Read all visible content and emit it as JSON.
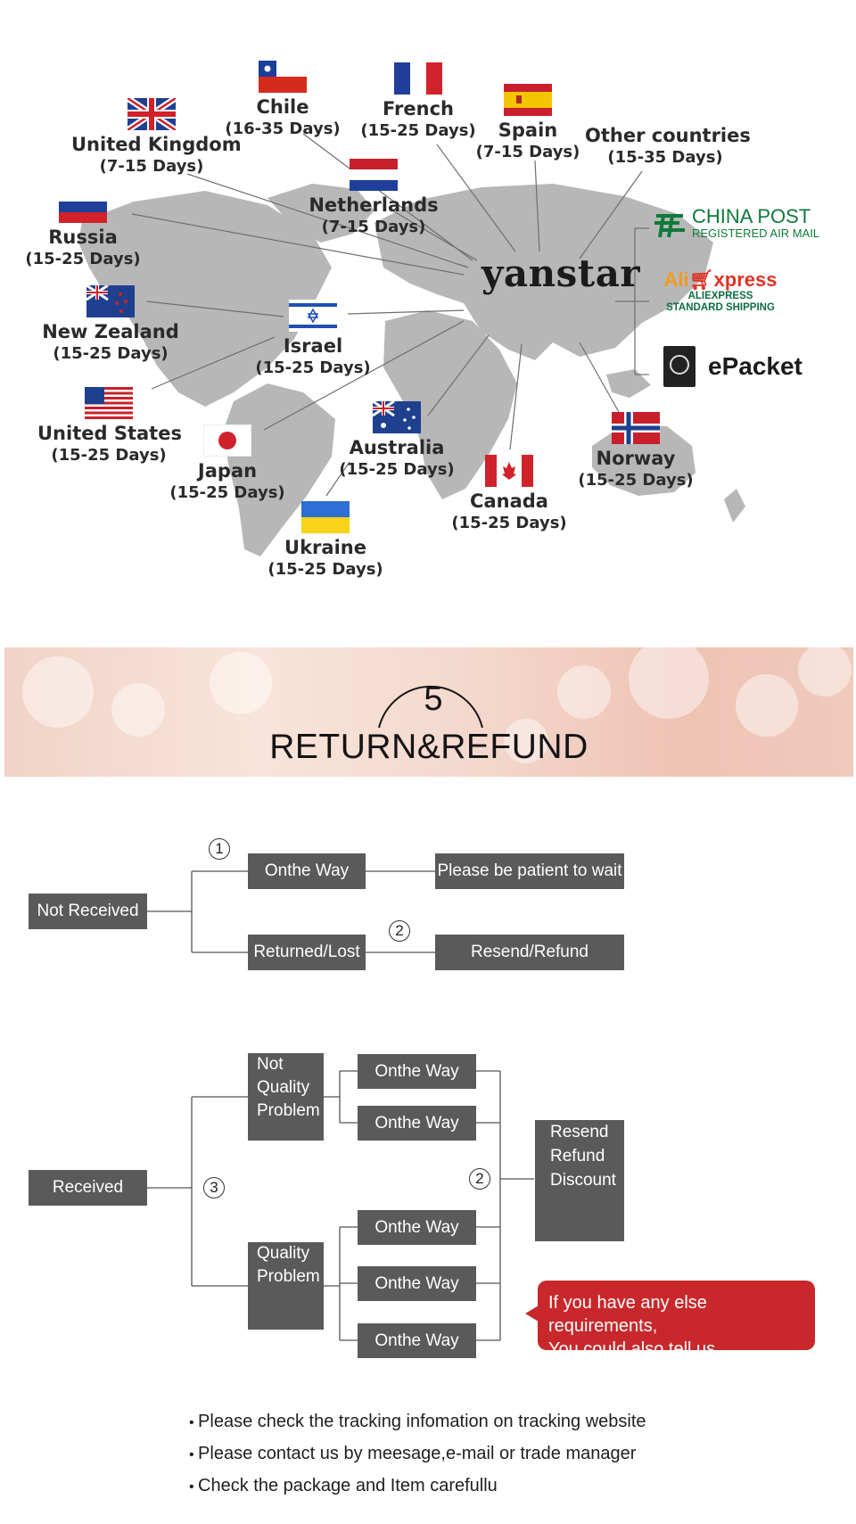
{
  "map": {
    "brand": "yanstar",
    "countries": [
      {
        "name": "United Kingdom",
        "days": "(7-15 Days)",
        "flag": "uk"
      },
      {
        "name": "Chile",
        "days": "(16-35 Days)",
        "flag": "chile"
      },
      {
        "name": "French",
        "days": "(15-25 Days)",
        "flag": "france"
      },
      {
        "name": "Spain",
        "days": "(7-15 Days)",
        "flag": "spain"
      },
      {
        "name": "Other countries",
        "days": "(15-35 Days)",
        "flag": ""
      },
      {
        "name": "Netherlands",
        "days": "(7-15 Days)",
        "flag": "netherlands"
      },
      {
        "name": "Russia",
        "days": "(15-25 Days)",
        "flag": "russia"
      },
      {
        "name": "New Zealand",
        "days": "(15-25 Days)",
        "flag": "new-zealand"
      },
      {
        "name": "Israel",
        "days": "(15-25 Days)",
        "flag": "israel"
      },
      {
        "name": "United States",
        "days": "(15-25 Days)",
        "flag": "usa"
      },
      {
        "name": "Japan",
        "days": "(15-25 Days)",
        "flag": "japan"
      },
      {
        "name": "Australia",
        "days": "(15-25 Days)",
        "flag": "australia"
      },
      {
        "name": "Canada",
        "days": "(15-25 Days)",
        "flag": "canada"
      },
      {
        "name": "Norway",
        "days": "(15-25 Days)",
        "flag": "norway"
      },
      {
        "name": "Ukraine",
        "days": "(15-25 Days)",
        "flag": "ukraine"
      }
    ],
    "carriers": {
      "china_post": {
        "title": "CHINA POST",
        "subtitle": "REGISTERED AIR MAIL"
      },
      "aliexpress": {
        "title_a": "Ali",
        "title_b": "xpress",
        "sub1": "ALIEXPRESS",
        "sub2": "STANDARD SHIPPING"
      },
      "epacket": {
        "title": "ePacket"
      }
    }
  },
  "banner": {
    "number": "5",
    "title": "RETURN&REFUND"
  },
  "flow": {
    "not_received": {
      "root": "Not Received",
      "step1": "1",
      "step2": "2",
      "on_the_way": "Onthe Way",
      "returned_lost": "Returned/Lost",
      "patient": "Please be patient to wait",
      "resend_refund": "Resend/Refund"
    },
    "received": {
      "root": "Received",
      "step3": "3",
      "step2": "2",
      "not_quality": [
        "Not",
        "Quality",
        "Problem"
      ],
      "quality": [
        "Quality",
        "Problem"
      ],
      "ways": [
        "Onthe Way",
        "Onthe Way",
        "Onthe Way",
        "Onthe Way",
        "Onthe Way"
      ],
      "outcome": [
        "Resend",
        "Refund",
        "Discount"
      ]
    },
    "callout": [
      "If you have any else requirements,",
      "You could also tell us."
    ]
  },
  "tips": [
    "Please check the tracking infomation on tracking website",
    "Please contact us by meesage,e-mail or trade manager",
    "Check the package and Item carefullu"
  ],
  "colors": {
    "box": "#5a5a5a",
    "callout": "#c8282b",
    "map_land": "#b5b5b5",
    "china_post_green": "#0f7a3b"
  }
}
